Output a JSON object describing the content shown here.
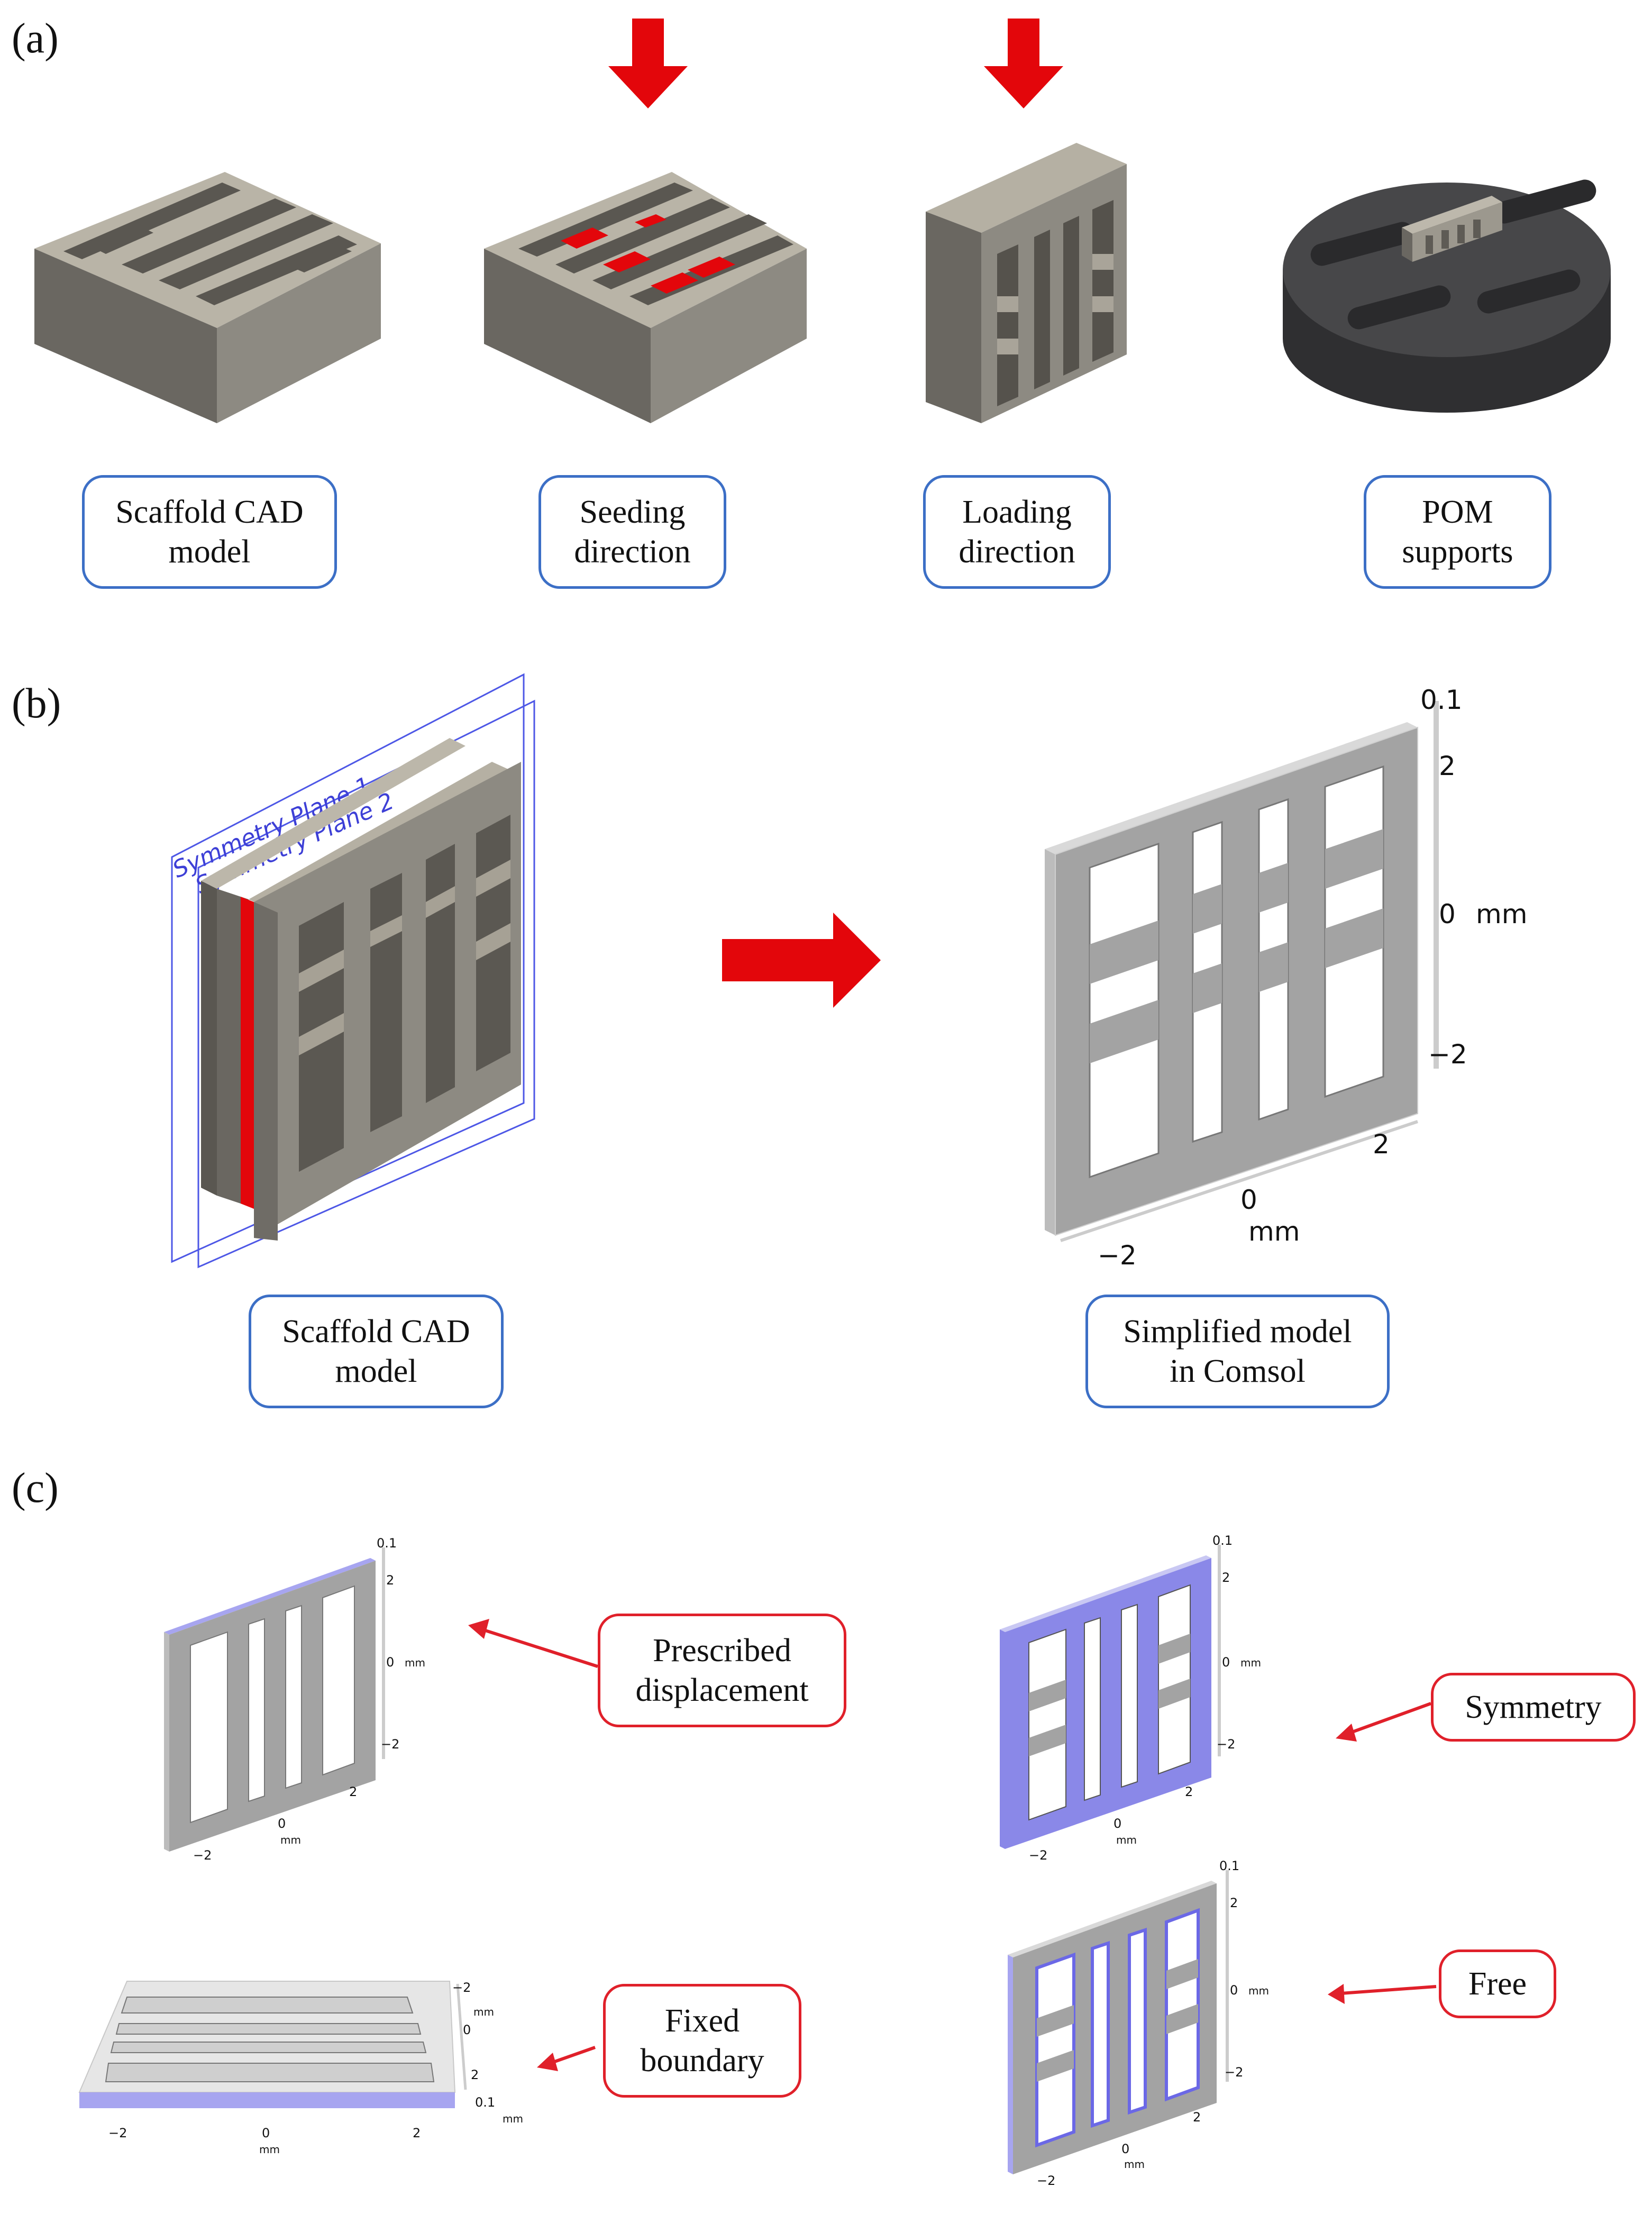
{
  "panels": {
    "a": "(a)",
    "b": "(b)",
    "c": "(c)"
  },
  "a_captions": {
    "cad": "Scaffold CAD\nmodel",
    "seeding": "Seeding\ndirection",
    "loading": "Loading\ndirection",
    "pom": "POM\nsupports"
  },
  "b_captions": {
    "cad": "Scaffold CAD\nmodel",
    "simplified": "Simplified model\nin Comsol",
    "plane1": "Symmetry Plane 1",
    "plane2": "Symmetry Plane 2"
  },
  "b_axes": {
    "z_top": "0.1",
    "y_2": "2",
    "y_0": "0",
    "y_mm": "mm",
    "y_m2": "−2",
    "x_2": "2",
    "x_0": "0",
    "x_mm": "mm",
    "x_m2": "−2"
  },
  "c_captions": {
    "prescribed": "Prescribed\ndisplacement",
    "symmetry": "Symmetry",
    "fixed": "Fixed\nboundary",
    "free": "Free"
  },
  "c_axes": {
    "z_top": "0.1",
    "y_2": "2",
    "y_0": "0",
    "y_mm": "mm",
    "y_m2": "−2",
    "x_2": "2",
    "x_0": "0",
    "x_mm": "mm",
    "x_m2": "−2",
    "fixed_m2": "−2",
    "fixed_mm": "mm",
    "fixed_0": "0",
    "fixed_2": "2",
    "fixed_01": "0.1"
  },
  "colors": {
    "scaffold": "#8e8a80",
    "scaffold_dark": "#5f5c56",
    "accent_red": "#e3060b",
    "caption_blue": "#3c6fc6",
    "caption_red": "#e0202a",
    "highlight": "#8a88e8"
  }
}
